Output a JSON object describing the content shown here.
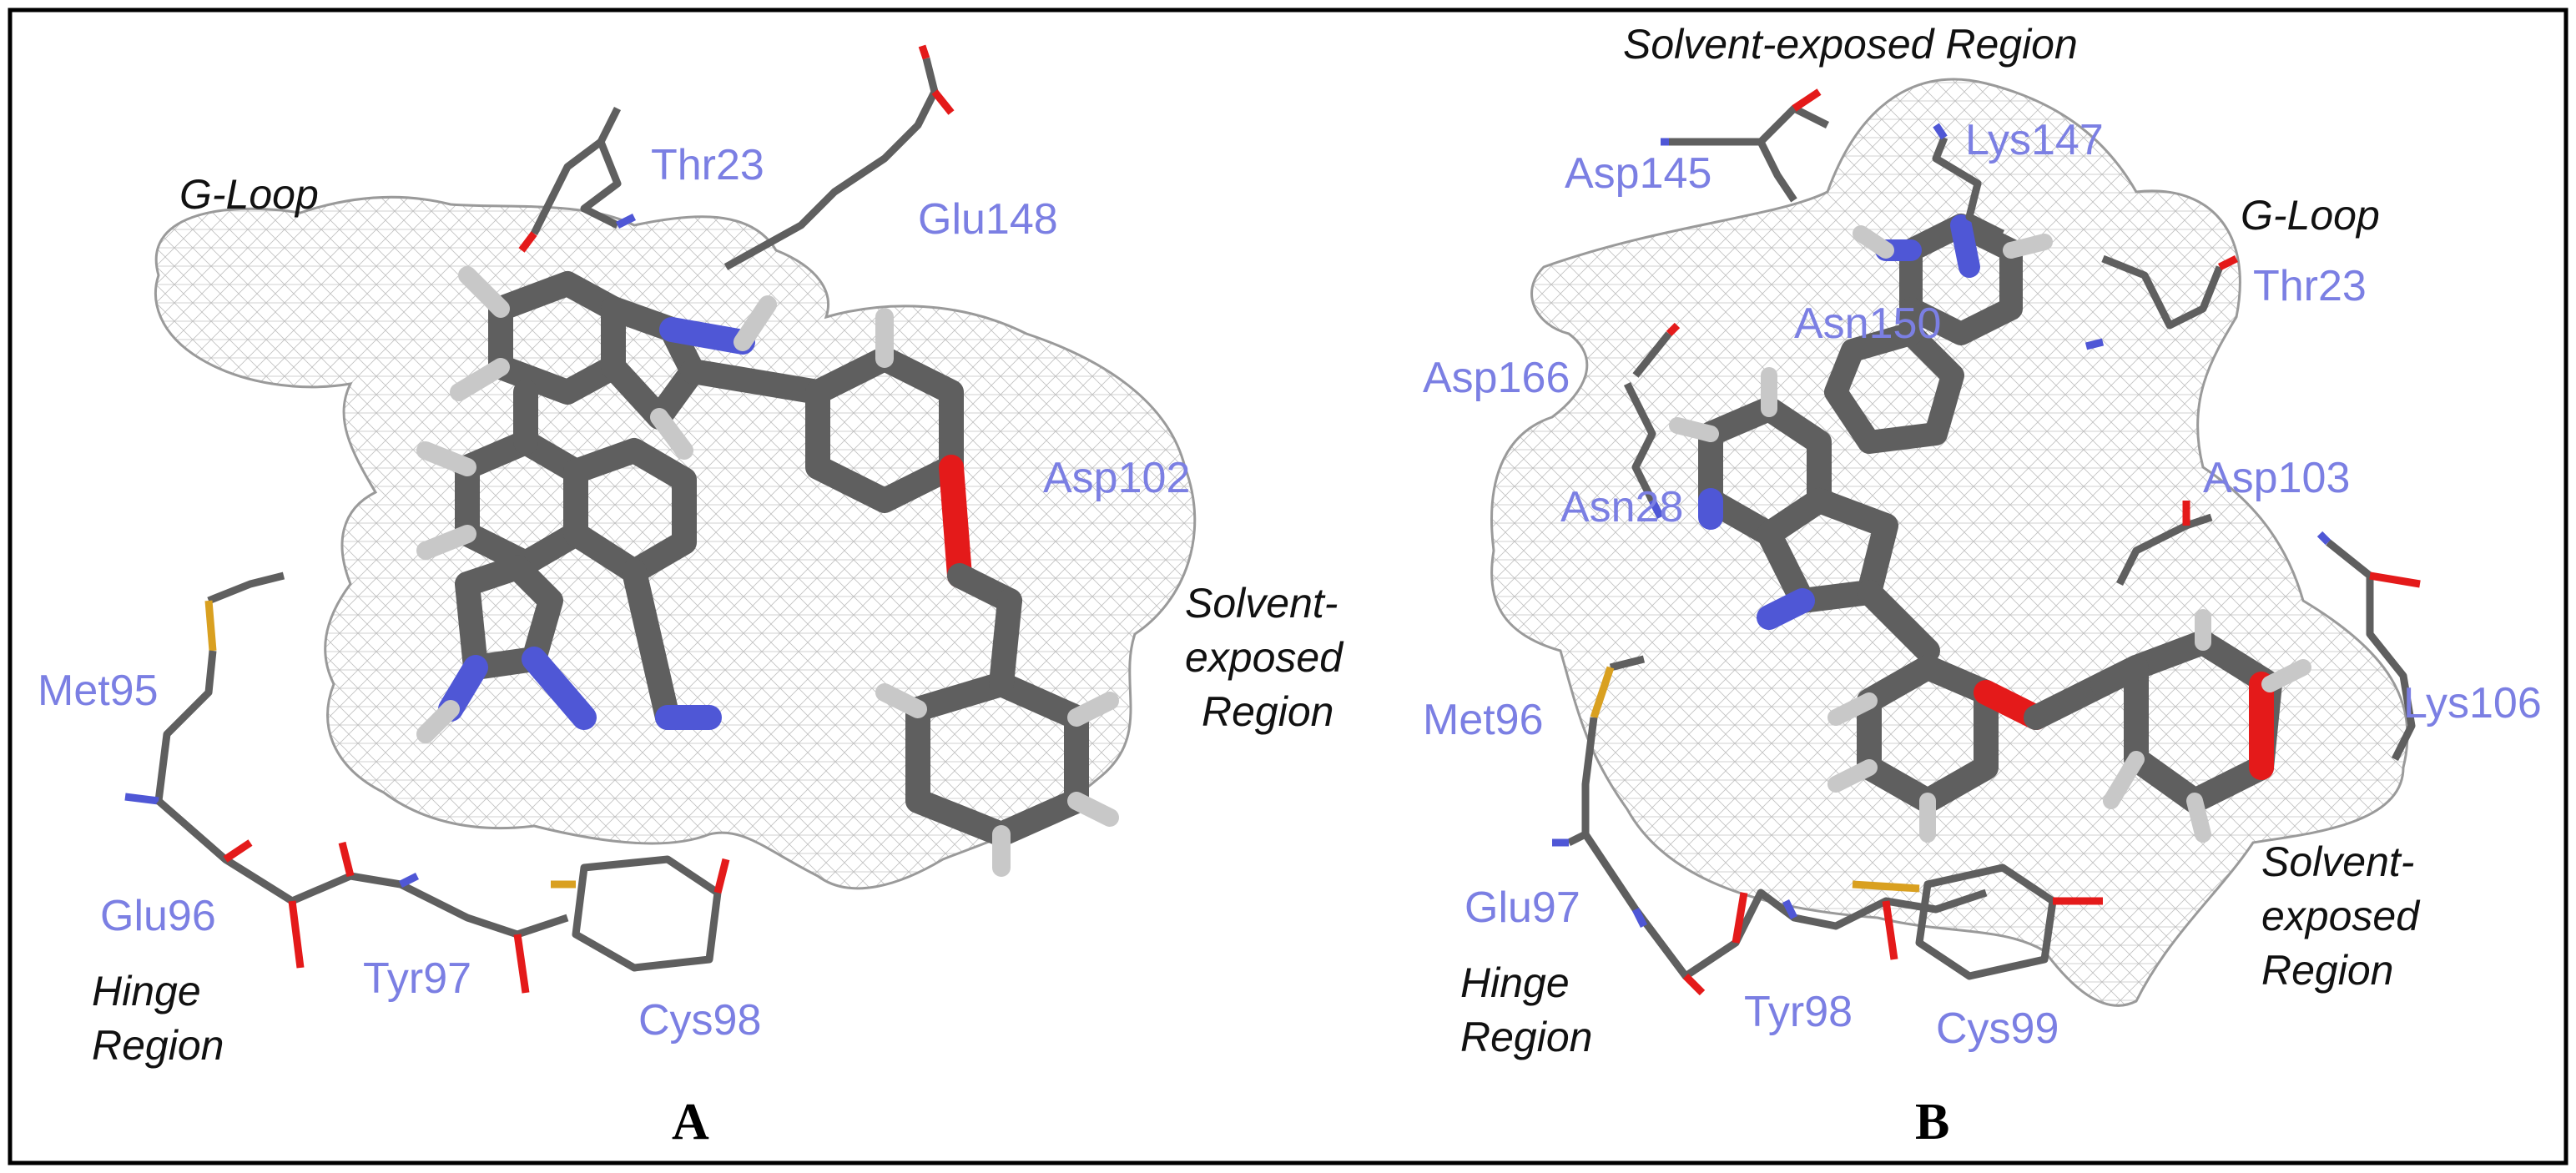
{
  "panels": [
    {
      "letter": "A",
      "residue_labels": [
        "Thr23",
        "Glu148",
        "Asp102",
        "Met95",
        "Glu96",
        "Tyr97",
        "Cys98"
      ],
      "region_labels": {
        "gloop": "G-Loop",
        "solvent": [
          "Solvent-",
          "exposed",
          "Region"
        ],
        "hinge": [
          "Hinge",
          "Region"
        ]
      }
    },
    {
      "letter": "B",
      "residue_labels": [
        "Asp145",
        "Lys147",
        "Thr23",
        "Asp166",
        "Asn150",
        "Asn28",
        "Asp103",
        "Lys106",
        "Met96",
        "Glu97",
        "Tyr98",
        "Cys99"
      ],
      "region_labels": {
        "solvent_top": "Solvent-exposed Region",
        "gloop": "G-Loop",
        "solvent": [
          "Solvent-",
          "exposed",
          "Region"
        ],
        "hinge": [
          "Hinge",
          "Region"
        ]
      }
    }
  ],
  "colors": {
    "carbon": "#5f5f5f",
    "nitrogen": "#4f57d6",
    "oxygen": "#e41a1a",
    "sulfur": "#d9a020",
    "hydrogen": "#c8c8c8",
    "residue_label": "#7b7fe3",
    "surface_mesh": "#9a9a9a"
  }
}
